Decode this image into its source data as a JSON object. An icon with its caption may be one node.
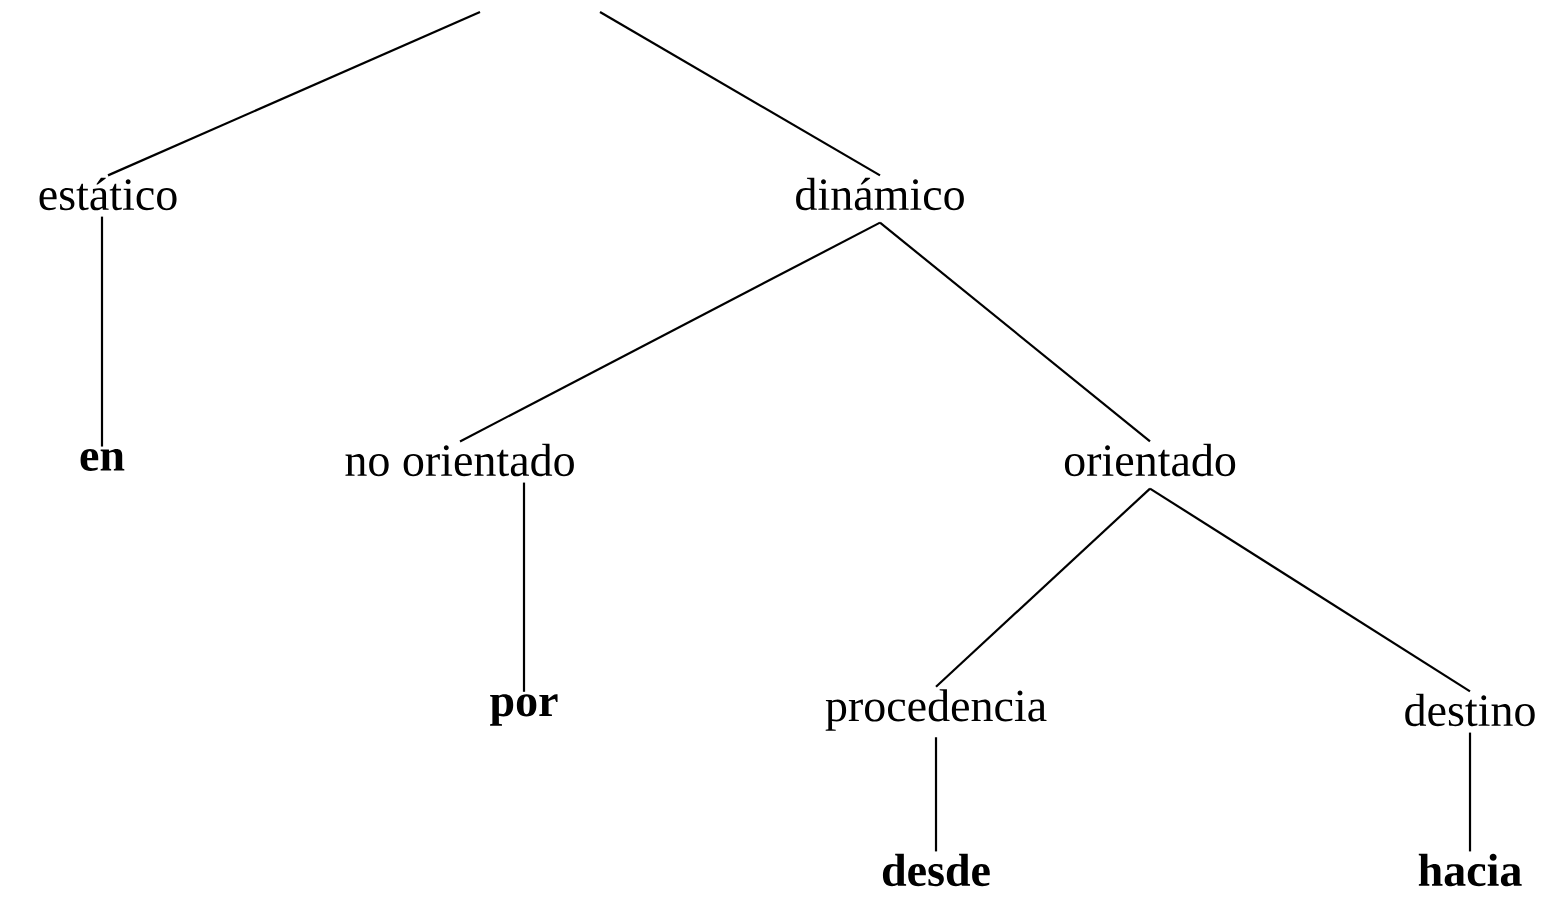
{
  "diagram": {
    "nodes": [
      {
        "text": [
          "estático"
        ]
      },
      {
        "text": [
          "dinámico"
        ]
      },
      {
        "text": [
          "en"
        ]
      },
      {
        "text": [
          "no orientado"
        ]
      },
      {
        "text": [
          "orientado"
        ]
      },
      {
        "text": [
          "por"
        ]
      },
      {
        "text": [
          "procedencia"
        ]
      },
      {
        "text": [
          "destino"
        ]
      },
      {
        "text": [
          "desde"
        ]
      },
      {
        "text": [
          "hacia"
        ]
      }
    ],
    "edges": [
      {
        "from": null,
        "to": 0,
        "arrow": "none"
      },
      {
        "from": null,
        "to": 1,
        "arrow": "none"
      },
      {
        "from": 0,
        "to": 2,
        "arrow": "none"
      },
      {
        "from": 1,
        "to": 3,
        "arrow": "none"
      },
      {
        "from": 1,
        "to": 4,
        "arrow": "none"
      },
      {
        "from": 3,
        "to": 5,
        "arrow": "none"
      },
      {
        "from": 4,
        "to": 6,
        "arrow": "none"
      },
      {
        "from": 4,
        "to": 7,
        "arrow": "none"
      },
      {
        "from": 6,
        "to": 8,
        "arrow": "none"
      },
      {
        "from": 7,
        "to": 9,
        "arrow": "none"
      }
    ]
  }
}
